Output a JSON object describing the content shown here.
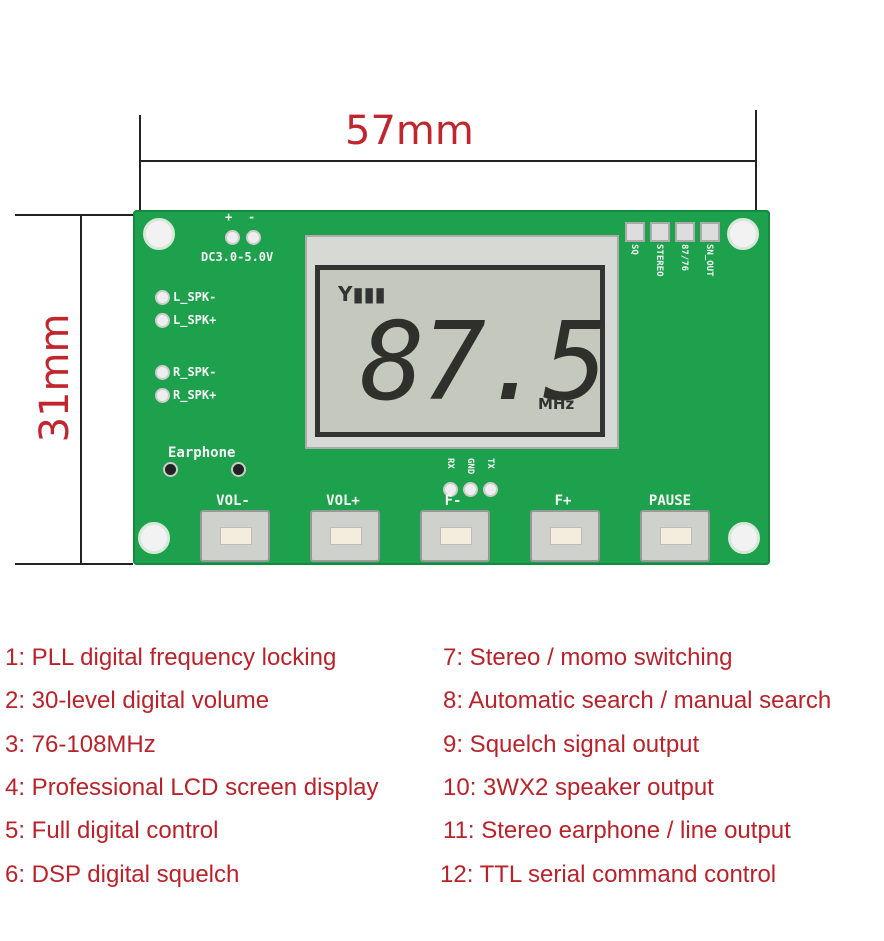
{
  "dimensions": {
    "width": "57mm",
    "height": "31mm"
  },
  "board": {
    "power_plus": "+",
    "power_minus": "-",
    "power_label": "DC3.0-5.0V",
    "speaker_pins": [
      "L_SPK-",
      "L_SPK+",
      "R_SPK-",
      "R_SPK+"
    ],
    "earphone_label": "Earphone",
    "serial_pins": [
      "RX",
      "GND",
      "TX"
    ],
    "top_pins": [
      "SQ",
      "STEREO",
      "87/76",
      "SN_OUT"
    ],
    "buttons": [
      "VOL-",
      "VOL+",
      "F-",
      "F+",
      "PAUSE"
    ],
    "lcd": {
      "frequency": "87.5",
      "unit": "MHz",
      "signal_icon": "antenna-signal-icon"
    }
  },
  "features": {
    "left": [
      "1: PLL digital frequency locking",
      "2: 30-level digital volume",
      "3: 76-108MHz",
      "4: Professional LCD screen display",
      "5: Full digital control",
      "6: DSP digital squelch"
    ],
    "right": [
      "7: Stereo / momo switching",
      "8: Automatic search / manual search",
      "9: Squelch signal output",
      "10: 3WX2 speaker output",
      "11: Stereo earphone / line output",
      "12: TTL serial command control"
    ]
  },
  "colors": {
    "text": "#c0262e",
    "pcb": "#1ea14c"
  }
}
